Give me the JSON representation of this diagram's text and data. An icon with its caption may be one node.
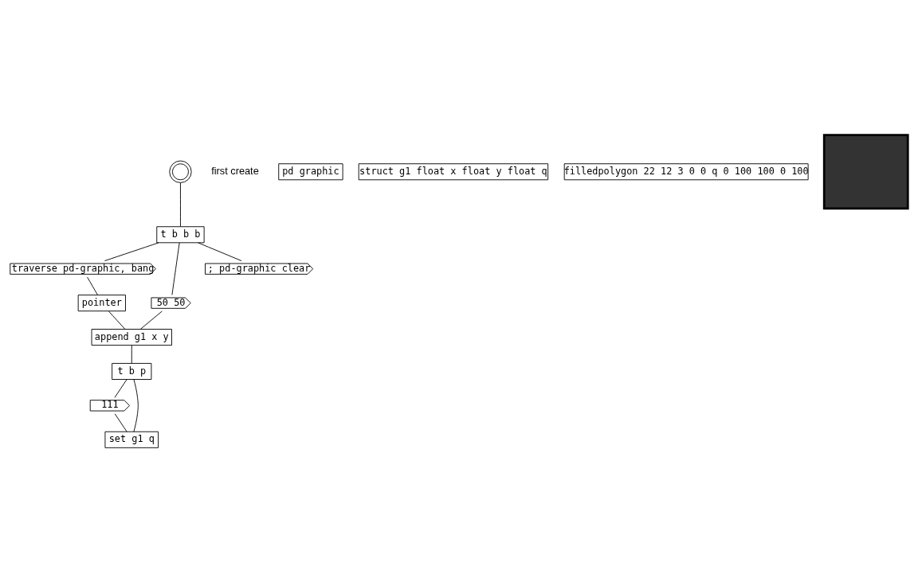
{
  "diagram": {
    "nodes": [
      {
        "text": [],
        "shape": "circle",
        "beside": [
          "first create"
        ]
      },
      {
        "text": [
          "t b b b"
        ]
      },
      {
        "text": [
          "traverse pd-graphic, bang"
        ]
      },
      {
        "text": [
          "50 50"
        ]
      },
      {
        "text": [
          "pointer"
        ]
      },
      {
        "text": [
          "; pd-graphic clear"
        ]
      },
      {
        "text": [
          "append g1 x y"
        ]
      },
      {
        "text": [
          "t b p"
        ]
      },
      {
        "text": [
          "111"
        ]
      },
      {
        "text": [
          "set g1 q"
        ]
      },
      {
        "text": [
          "pd graphic"
        ]
      },
      {
        "text": [
          "struct g1 float x float y float q"
        ]
      },
      {
        "text": [
          "filledpolygon 22 12 3 0 0 q 0 100 100 0 100"
        ]
      },
      {
        "text": [],
        "shape": "box"
      }
    ],
    "edges": [
      {
        "from": 0,
        "to": 1,
        "arrow": "none"
      },
      {
        "from": 1,
        "to": 3,
        "arrow": "none"
      },
      {
        "from": 1,
        "to": 2,
        "arrow": "none"
      },
      {
        "from": 1,
        "to": 5,
        "arrow": "none"
      },
      {
        "from": 2,
        "to": 4,
        "arrow": "none"
      },
      {
        "from": 3,
        "to": 6,
        "arrow": "none"
      },
      {
        "from": 4,
        "to": 6,
        "arrow": "none"
      },
      {
        "from": 6,
        "to": 7,
        "arrow": "none"
      },
      {
        "from": 7,
        "to": 8,
        "arrow": "none"
      },
      {
        "from": 7,
        "to": 9,
        "arrow": "none"
      },
      {
        "from": 8,
        "to": 9,
        "arrow": "none"
      }
    ]
  }
}
